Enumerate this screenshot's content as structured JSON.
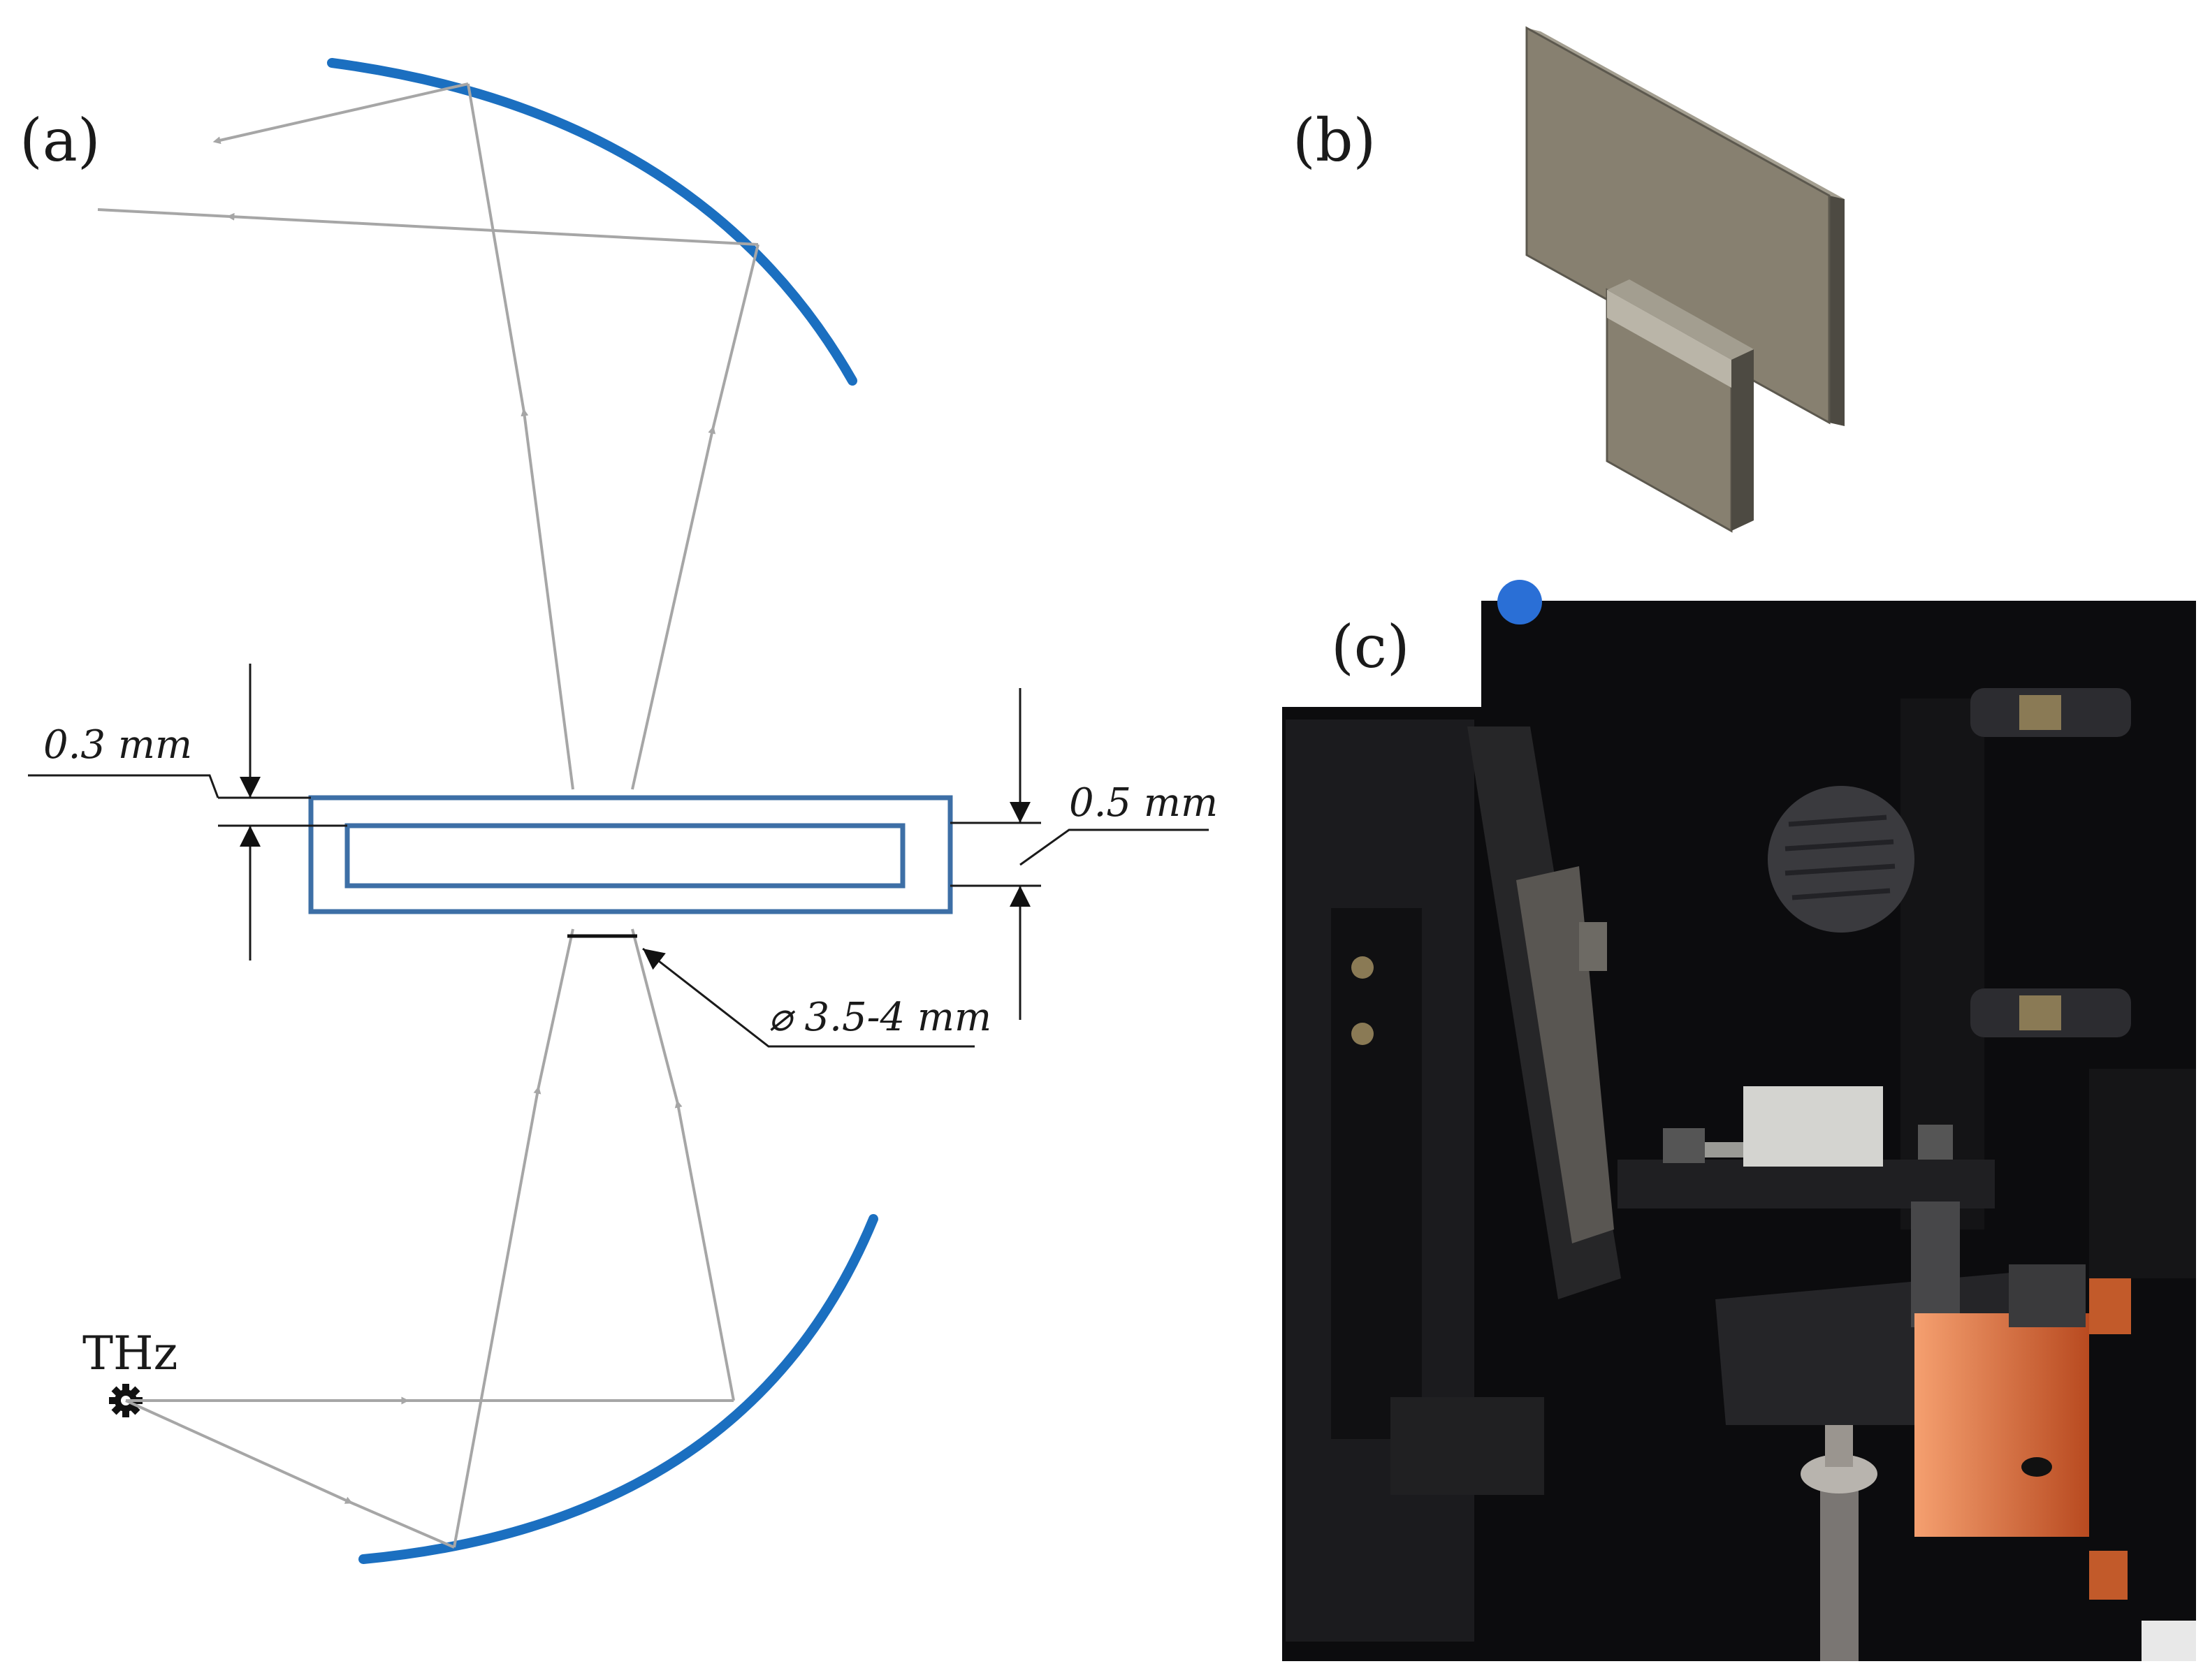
{
  "panels": {
    "a": {
      "label": "(a)"
    },
    "b": {
      "label": "(b)"
    },
    "c": {
      "label": "(c)"
    }
  },
  "diagram": {
    "source_label": "THz",
    "dim_wall": "0.3 mm",
    "dim_gap": "0.5 mm",
    "dim_aperture": "⌀ 3.5-4 mm"
  },
  "colors": {
    "mirror": "#1b6fc0",
    "cell": "#3d6fa6",
    "ray": "#a6a6a6",
    "plate_face": "#878070",
    "plate_top": "#a39e90",
    "plate_side": "#4d4a42",
    "photo_bg": "#0c0c0e",
    "mount_orange": "#c25a2a"
  },
  "icons": {
    "source": "gear-source-icon",
    "arrowhead": "arrowhead-icon"
  }
}
